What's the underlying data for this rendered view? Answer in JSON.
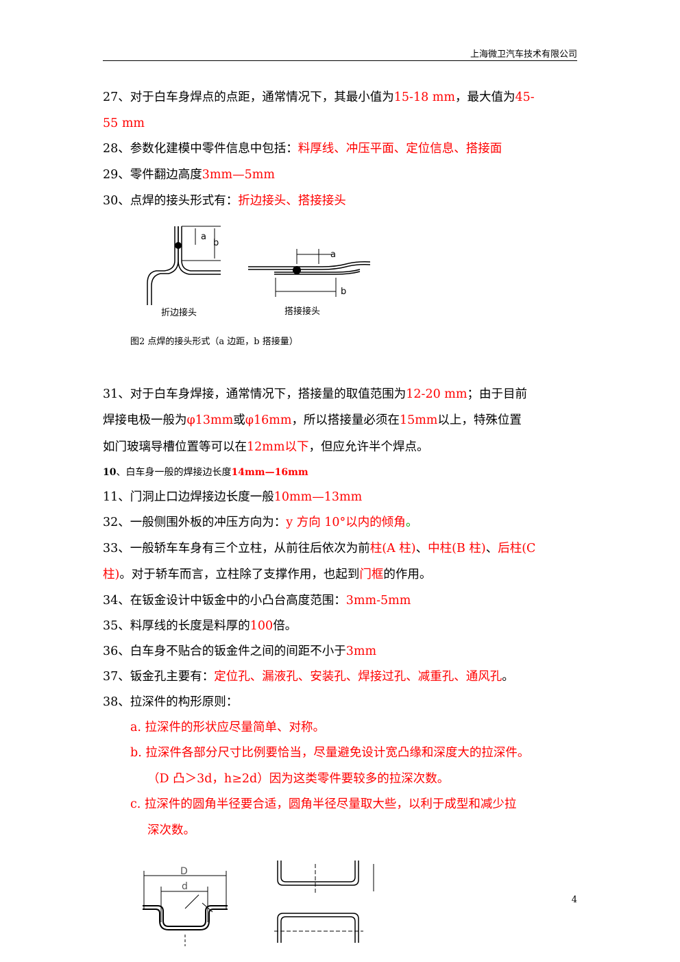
{
  "header": {
    "company": "上海微卫汽车技术有限公司"
  },
  "lines": {
    "l27a": {
      "num": "27、",
      "t1": "对于白车身焊点的点距，通常情况下，其最小值为",
      "r1": "15-18 mm",
      "t2": "，最大值为",
      "r2": "45-"
    },
    "l27b": {
      "r1": "55 mm"
    },
    "l28": {
      "num": "28、",
      "t1": "参数化建模中零件信息中包括：",
      "r1": "料厚线、冲压平面、定位信息、搭接面"
    },
    "l29": {
      "num": "29、",
      "t1": "零件翻边高度",
      "r1": "3mm—5mm"
    },
    "l30": {
      "num": "30、",
      "t1": "点焊的接头形式有：",
      "r1": "折边接头、搭接接头"
    },
    "l31a": {
      "num": "31、",
      "t1": "对于白车身焊接，通常情况下，搭接量的取值范围为",
      "r1": "12-20 mm",
      "t2": "；由于目前"
    },
    "l31b": {
      "t1": "焊接电极一般为",
      "r1": "φ13mm",
      "t2": "或",
      "r2": "φ16mm",
      "t3": "，所以搭接量必须在",
      "r3": "15mm",
      "t4": "以上，特殊位置"
    },
    "l31c": {
      "t1": "如门玻璃导槽位置等可以在",
      "r1": "12mm",
      "r2": "以下",
      "t2": "，但应允许半个焊点。"
    },
    "l10": {
      "num": "10",
      "t1": "、白车身一般的焊接边长度",
      "r1": "14mm—16mm"
    },
    "l11": {
      "num": "11、",
      "t1": "门洞止口边焊接边长度一般",
      "r1": "10mm—13mm"
    },
    "l32": {
      "num": "32、",
      "t1": "一般侧围外板的冲压方向为：",
      "r1": "y 方向 10°以内的倾角",
      "g1": "。"
    },
    "l33a": {
      "num": "33、",
      "t1": "一般轿车车身有三个立柱，从前往后依次为前",
      "r1": "柱(A 柱)",
      "t2": "、",
      "r2": "中柱(B 柱)",
      "t3": "、",
      "r3": "后柱(C"
    },
    "l33b": {
      "r1": "柱)",
      "t1": "。对于轿车而言，立柱除了支撑作用，也起到",
      "r2": "门框",
      "t2": "的作用。"
    },
    "l34": {
      "num": "34、",
      "t1": "在钣金设计中钣金中的小凸台高度范围：",
      "r1": "3mm-5mm"
    },
    "l35": {
      "num": "35、",
      "t1": "料厚线的长度是料厚的",
      "r1": "100",
      "t2": "倍。"
    },
    "l36": {
      "num": "36、",
      "t1": "白车身不贴合的钣金件之间的间距不小于",
      "r1": "3mm"
    },
    "l37": {
      "num": "37、",
      "t1": "钣金孔主要有：",
      "r1": "定位孔、漏液孔、安装孔、焊接过孔、减重孔、通风孔",
      "t2": "。"
    },
    "l38": {
      "num": "38、",
      "t1": "拉深件的构形原则："
    },
    "l38a": {
      "r1": "a.  拉深件的形状应尽量简单、对称。"
    },
    "l38b": {
      "r1": "b.  拉深件各部分尺寸比例要恰当，尽量避免设计宽凸缘和深度大的拉深件。"
    },
    "l38b2": {
      "r1": "（D 凸＞3d，h≥2d）因为这类零件要较多的拉深次数。"
    },
    "l38c": {
      "r1": "c.  拉深件的圆角半径要合适，圆角半径尽量取大些，以利于成型和减少拉"
    },
    "l38c2": {
      "r1": "深次数。"
    }
  },
  "figure": {
    "label_a": "a",
    "label_b": "b",
    "joint1": "折边接头",
    "joint2": "搭接接头",
    "caption": "图2 点焊的接头形式（a   边距，b   搭接量）"
  },
  "drawing": {
    "label_D": "D",
    "label_d": "d"
  },
  "page_number": "4"
}
